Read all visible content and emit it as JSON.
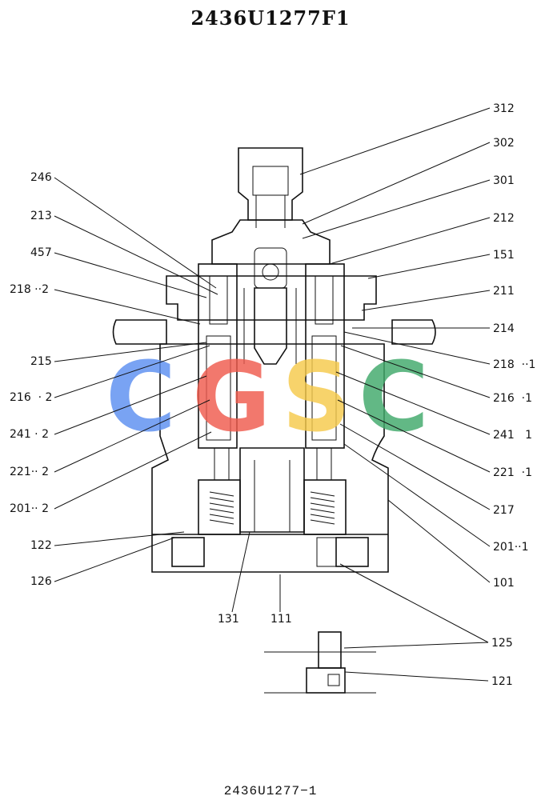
{
  "title": "2436U1277F1",
  "footer": "2436U1277−1",
  "watermark": {
    "letters": [
      "C",
      "G",
      "S",
      "C"
    ],
    "colors": [
      "#5b8ff0",
      "#ef5a4d",
      "#f5c94a",
      "#3fa86a"
    ]
  },
  "labels": {
    "312": "312",
    "302": "302",
    "301": "301",
    "212": "212",
    "151": "151",
    "211": "211",
    "214": "214",
    "218_1": "218  ··1",
    "216_1": "216  ·1",
    "241_1": "241   1",
    "221_1": "221  ·1",
    "217": "217",
    "201_1": "201··1",
    "101": "101",
    "125": "125",
    "121": "121",
    "246": "246",
    "213": "213",
    "457": "457",
    "218_2": "218 ··2",
    "215": "215",
    "216_2": "216  · 2",
    "241_2": "241 · 2",
    "221_2": "221·· 2",
    "201_2": "201·· 2",
    "122": "122",
    "126": "126",
    "131": "131",
    "111": "111"
  }
}
